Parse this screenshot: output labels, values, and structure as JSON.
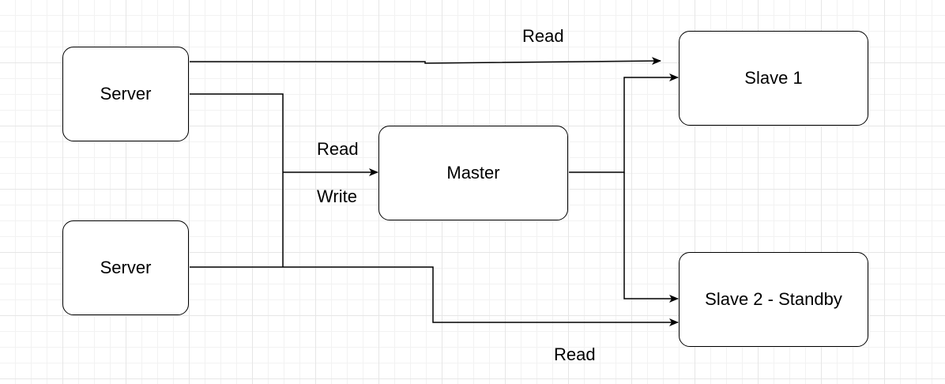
{
  "nodes": {
    "server_top": {
      "label": "Server"
    },
    "server_bottom": {
      "label": "Server"
    },
    "master": {
      "label": "Master"
    },
    "slave1": {
      "label": "Slave 1"
    },
    "slave2": {
      "label": "Slave 2 - Standby"
    }
  },
  "edge_labels": {
    "read_top": "Read",
    "read_master": "Read",
    "write_master": "Write",
    "read_bottom": "Read"
  },
  "colors": {
    "stroke": "#000000",
    "background": "#ffffff",
    "grid": "#e6e6e6"
  }
}
